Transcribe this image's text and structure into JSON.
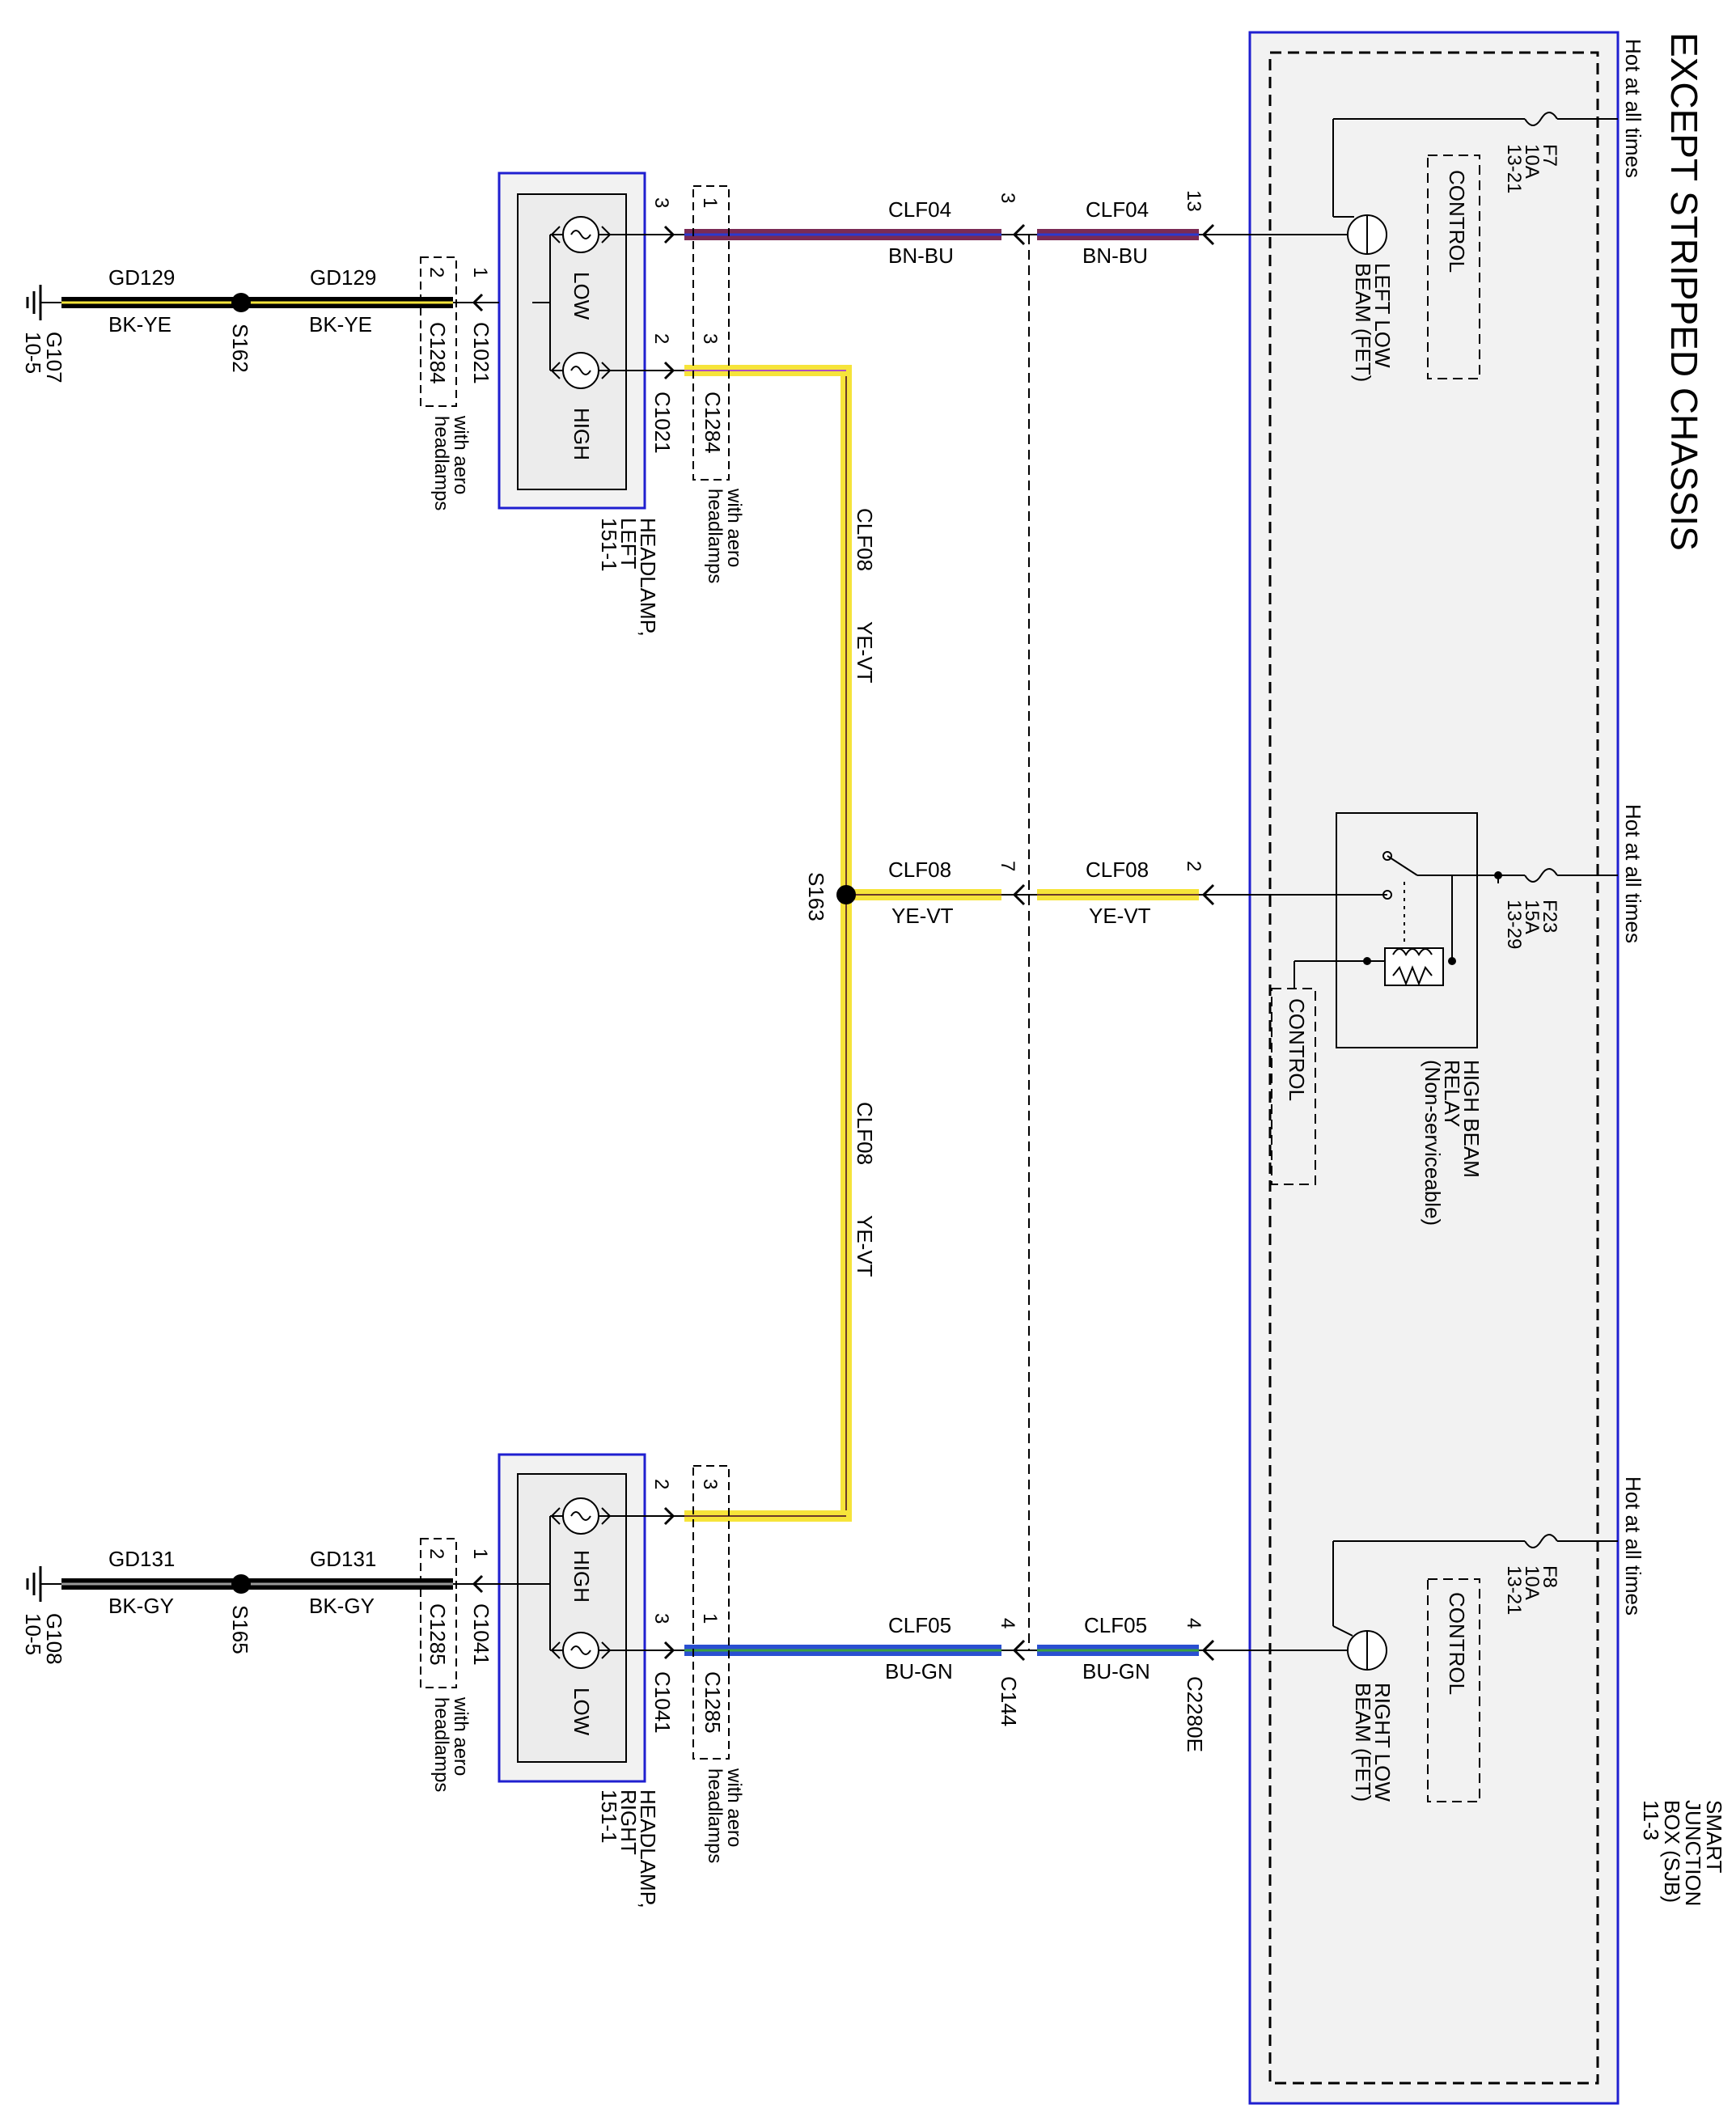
{
  "title": "EXCEPT STRIPPED CHASSIS",
  "sjb": {
    "line1": "SMART",
    "line2": "JUNCTION",
    "line3": "BOX (SJB)",
    "line4": "11-3",
    "hot1": "Hot at all times",
    "hot2": "Hot at all times",
    "hot3": "Hot at all times",
    "fuse_f7": {
      "name": "F7",
      "rating": "10A",
      "ref": "13-21"
    },
    "fuse_f23": {
      "name": "F23",
      "rating": "15A",
      "ref": "13-29"
    },
    "fuse_f8": {
      "name": "F8",
      "rating": "10A",
      "ref": "13-21"
    },
    "control1": "CONTROL",
    "control2": "CONTROL",
    "control3": "CONTROL",
    "left_fet_1": "LEFT LOW",
    "left_fet_2": "BEAM (FET)",
    "right_fet_1": "RIGHT LOW",
    "right_fet_2": "BEAM (FET)",
    "relay_1": "HIGH BEAM",
    "relay_2": "RELAY",
    "relay_3": "(Non-serviceable)",
    "pin13": "13",
    "pin2": "2",
    "pin4": "4",
    "conn": "C2280E"
  },
  "c144": {
    "name": "C144",
    "pin3": "3",
    "pin7": "7",
    "pin4": "4"
  },
  "wires": {
    "clf04_circuit": "CLF04",
    "clf04_color": "BN-BU",
    "clf08_circuit": "CLF08",
    "clf08_color": "YE-VT",
    "clf05_circuit": "CLF05",
    "clf05_color": "BU-GN",
    "gd129_circuit": "GD129",
    "gd129_color": "BK-YE",
    "gd131_circuit": "GD131",
    "gd131_color": "BK-GY"
  },
  "headlamp_left": {
    "line1": "HEADLAMP,",
    "line2": "LEFT",
    "line3": "151-1",
    "low": "LOW",
    "high": "HIGH",
    "c1021": "C1021",
    "c1284": "C1284",
    "p3": "3",
    "p2": "2",
    "p1": "1",
    "c1284_p1": "1",
    "c1284_p3": "3",
    "c1284_p2": "2",
    "aero1": "with aero",
    "aero2": "headlamps"
  },
  "headlamp_right": {
    "line1": "HEADLAMP,",
    "line2": "RIGHT",
    "line3": "151-1",
    "low": "LOW",
    "high": "HIGH",
    "c1041": "C1041",
    "c1285": "C1285",
    "p2": "2",
    "p3": "3",
    "p1": "1",
    "c1285_p3": "3",
    "c1285_p1": "1",
    "c1285_p2": "2",
    "aero1": "with aero",
    "aero2": "headlamps"
  },
  "splices": {
    "s162": "S162",
    "s163": "S163",
    "s165": "S165"
  },
  "grounds": {
    "g107": "G107",
    "g107_ref": "10-5",
    "g108": "G108",
    "g108_ref": "10-5"
  },
  "colors": {
    "sjb_border": "#1f1fd0",
    "sjb_fill": "#f2f2f2",
    "bn_bu": "#7a2a55",
    "ye_vt": "#f6e43a",
    "bu_gn": "#2a4fd1",
    "bk_ye": "#000000"
  }
}
